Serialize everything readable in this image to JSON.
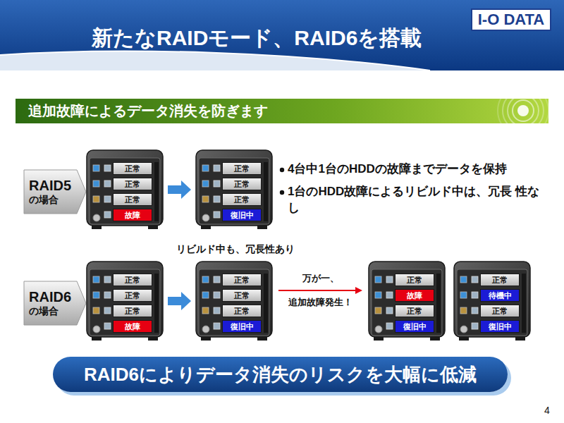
{
  "diagram": {
    "title": "新たなRAIDモード、RAID6を搭載",
    "nodes": [
      {
        "text": [
          "追加故障によるデータ消失を防ぎます"
        ]
      },
      {
        "text": [
          "RAID5",
          "の場合"
        ]
      },
      {
        "text": []
      },
      {
        "text": [
          "正常"
        ],
        "in": 2
      },
      {
        "text": [
          "正常"
        ],
        "in": 2
      },
      {
        "text": [
          "正常"
        ],
        "in": 2
      },
      {
        "text": [
          "故障"
        ],
        "in": 2
      },
      {
        "text": []
      },
      {
        "text": [
          "正常"
        ],
        "in": 7
      },
      {
        "text": [
          "正常"
        ],
        "in": 7
      },
      {
        "text": [
          "正常"
        ],
        "in": 7
      },
      {
        "text": [
          "復旧中"
        ],
        "in": 7
      },
      {
        "text": [
          "RAID6",
          "の場合"
        ]
      },
      {
        "text": []
      },
      {
        "text": [
          "正常"
        ],
        "in": 13
      },
      {
        "text": [
          "正常"
        ],
        "in": 13
      },
      {
        "text": [
          "正常"
        ],
        "in": 13
      },
      {
        "text": [
          "故障"
        ],
        "in": 13
      },
      {
        "text": []
      },
      {
        "text": [
          "正常"
        ],
        "in": 18
      },
      {
        "text": [
          "正常"
        ],
        "in": 18
      },
      {
        "text": [
          "正常"
        ],
        "in": 18
      },
      {
        "text": [
          "復旧中"
        ],
        "in": 18
      },
      {
        "text": []
      },
      {
        "text": [
          "正常"
        ],
        "in": 23
      },
      {
        "text": [
          "故障"
        ],
        "in": 23
      },
      {
        "text": [
          "正常"
        ],
        "in": 23
      },
      {
        "text": [
          "復旧中"
        ],
        "in": 23
      },
      {
        "text": []
      },
      {
        "text": [
          "正常"
        ],
        "in": 28
      },
      {
        "text": [
          "待機中"
        ],
        "in": 28
      },
      {
        "text": [
          "正常"
        ],
        "in": 28
      },
      {
        "text": [
          "復旧中"
        ],
        "in": 28
      },
      {
        "text": [
          "RAID6によりデータ消失のリスクを大幅に低減"
        ]
      }
    ],
    "edges": [
      {
        "from": 2,
        "to": 7,
        "arrow": "to"
      },
      {
        "from": 13,
        "to": 18,
        "arrow": "to"
      },
      {
        "from": 18,
        "to": 23,
        "label": "万が一、 追加故障発生！",
        "arrow": "to"
      }
    ],
    "labels": [
      "I-O DATA",
      "4台中1台のHDDの故障までデータを保持",
      "1台のHDD故障によるリビルド中は、冗長 性なし",
      "リビルド中も、冗長性あり",
      "4"
    ]
  }
}
